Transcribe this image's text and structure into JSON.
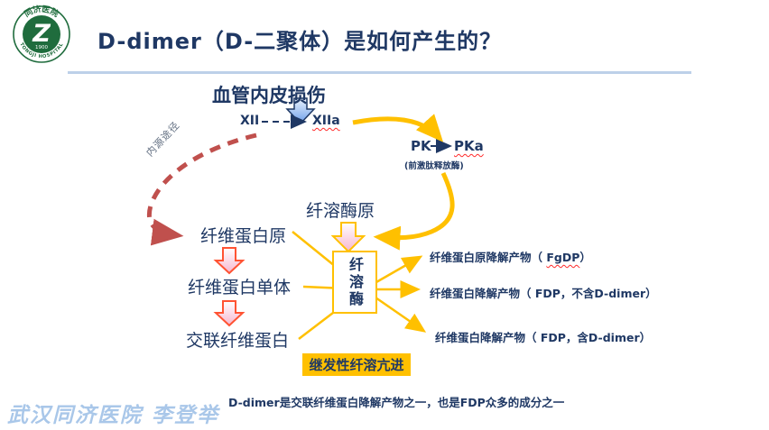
{
  "slide": {
    "title": "D-dimer（D-二聚体）是如何产生的？",
    "note": "D-dimer是交联纤维蛋白降解产物之一，也是FDP众多的成分之一",
    "watermark": "武汉同济医院 李登举"
  },
  "logo": {
    "top_text": "同济医院",
    "bottom_text": "TONGJI HOSPITAL",
    "monogram": "Z",
    "year": "1900"
  },
  "diagram": {
    "trigger": "血管内皮损伤",
    "factor_xii": "XII",
    "factor_xiia": "XIIa",
    "pk": "PK",
    "pka": "PKa",
    "pk_note": "(前激肽释放酶)",
    "intrinsic_pathway": "内源途径",
    "plasminogen": "纤溶酶原",
    "plasmin": "纤溶酶",
    "chain": [
      "纤维蛋白原",
      "纤维蛋白单体",
      "交联纤维蛋白"
    ],
    "products": [
      {
        "prefix": "纤维蛋白原降解产物（ ",
        "code": "FgDP",
        "suffix": "）"
      },
      {
        "text": "纤维蛋白降解产物（ FDP，不含D-dimer）"
      },
      {
        "text": "纤维蛋白降解产物（ FDP，含D-dimer）"
      }
    ],
    "highlight": "继发性纤溶亢进"
  },
  "colors": {
    "navy_text": "#1F3864",
    "gold": "#FFC000",
    "dashed_red": "#C0504D",
    "chain_arrow_red": "#FF5333",
    "pink_fill": "#F7B6CF",
    "header_rule_blue": "#BDD0E9",
    "watermark_blue": "#A9C7E9",
    "logo_green": "#1F6C3D"
  }
}
